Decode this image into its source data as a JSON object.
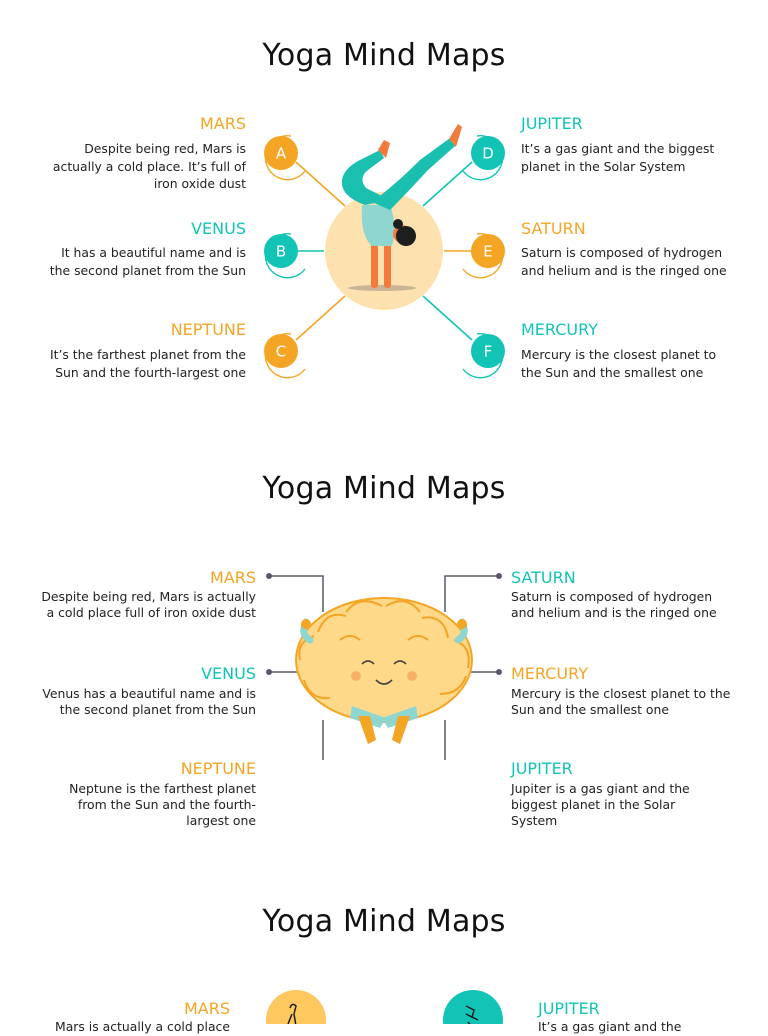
{
  "sections": [
    {
      "title": "Yoga Mind Maps",
      "items": [
        {
          "heading": "MARS",
          "badge": "A",
          "text": "Despite being red, Mars is actually a cold place. It’s full of iron oxide dust"
        },
        {
          "heading": "VENUS",
          "badge": "B",
          "text": "It has a beautiful name and is the second planet from the Sun"
        },
        {
          "heading": "NEPTUNE",
          "badge": "C",
          "text": "It’s the farthest planet from the Sun and the fourth-largest one"
        },
        {
          "heading": "JUPITER",
          "badge": "D",
          "text": "It’s a gas giant and the biggest planet in the Solar System"
        },
        {
          "heading": "SATURN",
          "badge": "E",
          "text": "Saturn is composed of hydrogen and helium and is the ringed one"
        },
        {
          "heading": "MERCURY",
          "badge": "F",
          "text": "Mercury is the closest planet to the Sun and the smallest one"
        }
      ]
    },
    {
      "title": "Yoga Mind Maps",
      "items": [
        {
          "heading": "MARS",
          "text": "Despite being red, Mars is actually a cold place full of iron oxide dust"
        },
        {
          "heading": "VENUS",
          "text": "Venus has a beautiful name and is the second planet from the Sun"
        },
        {
          "heading": "NEPTUNE",
          "text": "Neptune is the farthest planet from the Sun and the fourth-largest one"
        },
        {
          "heading": "SATURN",
          "text": "Saturn is composed of hydrogen and helium and is the ringed one"
        },
        {
          "heading": "MERCURY",
          "text": "Mercury is the closest planet to the Sun and the smallest one"
        },
        {
          "heading": "JUPITER",
          "text": "Jupiter is a gas giant and the biggest planet in the Solar System"
        }
      ]
    },
    {
      "title": "Yoga Mind Maps",
      "items": [
        {
          "heading": "MARS",
          "text": "Mars is actually a cold place"
        },
        {
          "heading": "JUPITER",
          "text": "It’s a gas giant and the"
        }
      ]
    }
  ],
  "colors": {
    "orange": "#f5a524",
    "teal": "#12c4b6",
    "skin": "#f27a3c",
    "circle_bg": "#fde2b0",
    "brain": "#ffd98a",
    "line_dark": "#555a66"
  },
  "icons": [
    "yoga-handstand-illustration",
    "meditating-brain-illustration",
    "yoga-pose-icon",
    "yoga-pose-icon"
  ]
}
